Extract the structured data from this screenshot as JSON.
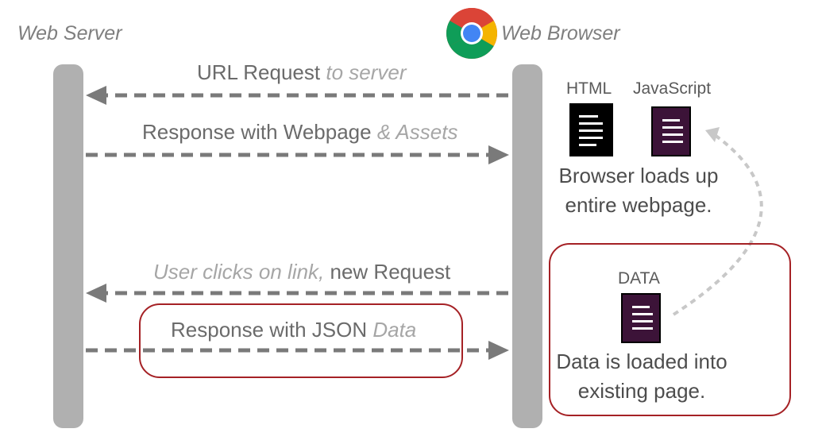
{
  "server_label": "Web Server",
  "browser_label": "Web Browser",
  "messages": {
    "url_request": {
      "main": "URL Request ",
      "extra": "to server"
    },
    "response_webpage": {
      "main": "Response with Webpage ",
      "extra": "& Assets"
    },
    "user_click": {
      "extra": "User clicks on link, ",
      "main": "new Request"
    },
    "response_json": {
      "main": "Response with JSON ",
      "extra": "Data"
    }
  },
  "docs": {
    "html_label": "HTML",
    "js_label": "JavaScript",
    "data_label": "DATA"
  },
  "notes": {
    "browser_loads_line1": "Browser loads up",
    "browser_loads_line2": "entire webpage.",
    "data_loaded_line1": "Data is loaded into",
    "data_loaded_line2": "existing page."
  },
  "colors": {
    "html_doc": "#000000",
    "js_doc": "#3c1338",
    "data_doc": "#3c1338",
    "highlight_border": "#a52125",
    "lifeline": "#b0b0b0"
  },
  "icons": [
    "chrome-logo-icon",
    "html-document-icon",
    "javascript-document-icon",
    "data-document-icon"
  ]
}
